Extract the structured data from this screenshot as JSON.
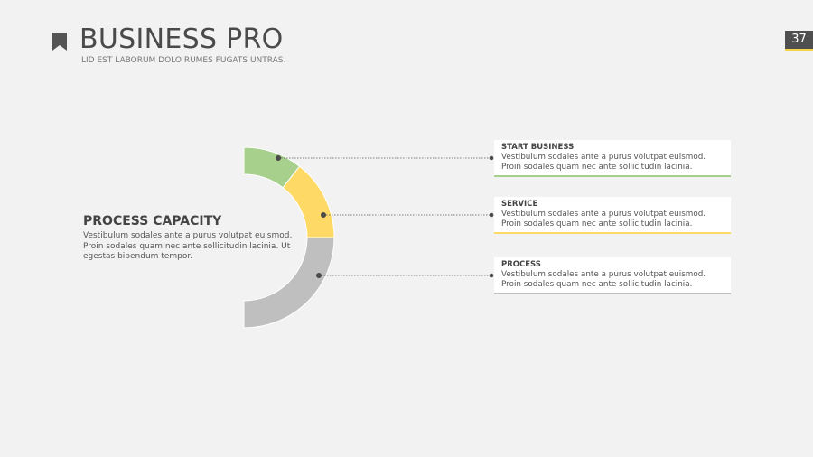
{
  "header": {
    "icon": "bookmark-icon",
    "title": "BUSINESS PRO",
    "subtitle": "LID EST LABORUM DOLO RUMES FUGATS UNTRAS.",
    "page_number": "37"
  },
  "left_panel": {
    "title": "PROCESS CAPACITY",
    "body": "Vestibulum sodales ante a purus volutpat euismod. Proin sodales quam nec ante sollicitudin lacinia. Ut egestas bibendum tempor."
  },
  "colors": {
    "green": "#a8d08d",
    "yellow": "#ffd966",
    "gray": "#bfbfbf",
    "dark": "#4f4f4f",
    "background": "#f2f2f2"
  },
  "segments": [
    {
      "title": "START BUSINESS",
      "line1": "Vestibulum sodales ante a purus volutpat euismod.",
      "line2": "Proin sodales quam nec ante sollicitudin lacinia.",
      "color": "#a8d08d"
    },
    {
      "title": "SERVICE",
      "line1": "Vestibulum sodales ante a purus volutpat euismod.",
      "line2": "Proin sodales quam nec ante sollicitudin lacinia.",
      "color": "#ffd966"
    },
    {
      "title": "PROCESS",
      "line1": "Vestibulum sodales ante a purus volutpat euismod.",
      "line2": "Proin sodales quam nec ante sollicitudin lacinia.",
      "color": "#bfbfbf"
    }
  ]
}
